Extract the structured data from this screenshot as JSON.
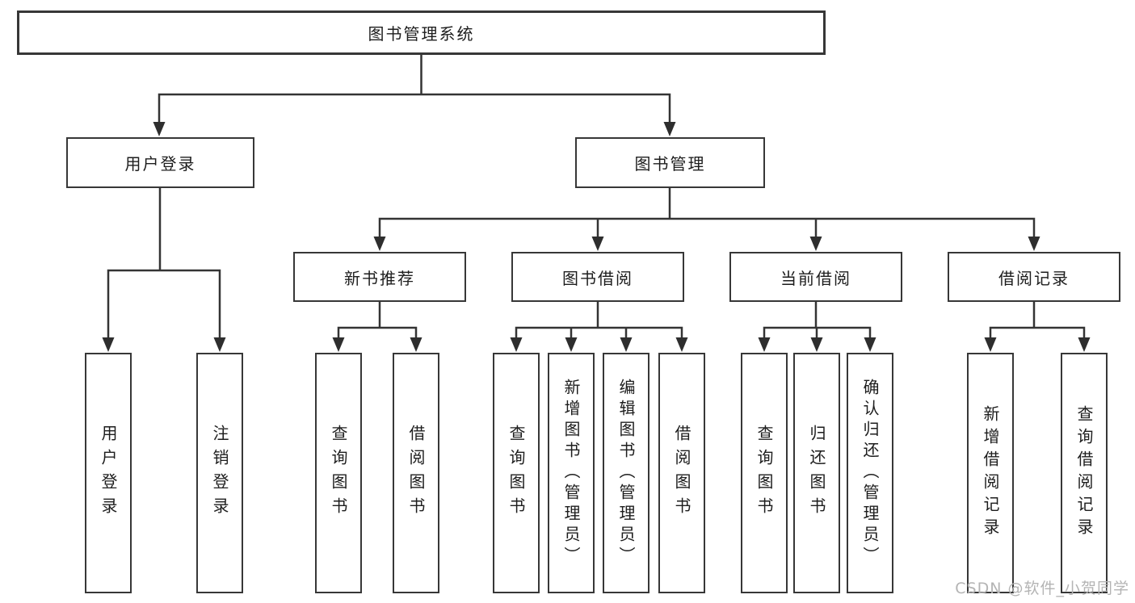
{
  "tree": {
    "label": "图书管理系统",
    "children": [
      {
        "label": "用户登录",
        "children": [
          {
            "label": "用户登录"
          },
          {
            "label": "注销登录"
          }
        ]
      },
      {
        "label": "图书管理",
        "children": [
          {
            "label": "新书推荐",
            "children": [
              {
                "label": "查询图书"
              },
              {
                "label": "借阅图书"
              }
            ]
          },
          {
            "label": "图书借阅",
            "children": [
              {
                "label": "查询图书"
              },
              {
                "label": "新增图书（管理员）"
              },
              {
                "label": "编辑图书（管理员）"
              },
              {
                "label": "借阅图书"
              }
            ]
          },
          {
            "label": "当前借阅",
            "children": [
              {
                "label": "查询图书"
              },
              {
                "label": "归还图书"
              },
              {
                "label": "确认归还（管理员）"
              }
            ]
          },
          {
            "label": "借阅记录",
            "children": [
              {
                "label": "新增借阅记录"
              },
              {
                "label": "查询借阅记录"
              }
            ]
          }
        ]
      }
    ]
  },
  "watermark": "CSDN @软件_小贺同学",
  "colors": {
    "line": "#343434",
    "box_border": "#373737",
    "text": "#1d1d1d",
    "watermark": "#b4b4b4",
    "background": "#ffffff"
  }
}
